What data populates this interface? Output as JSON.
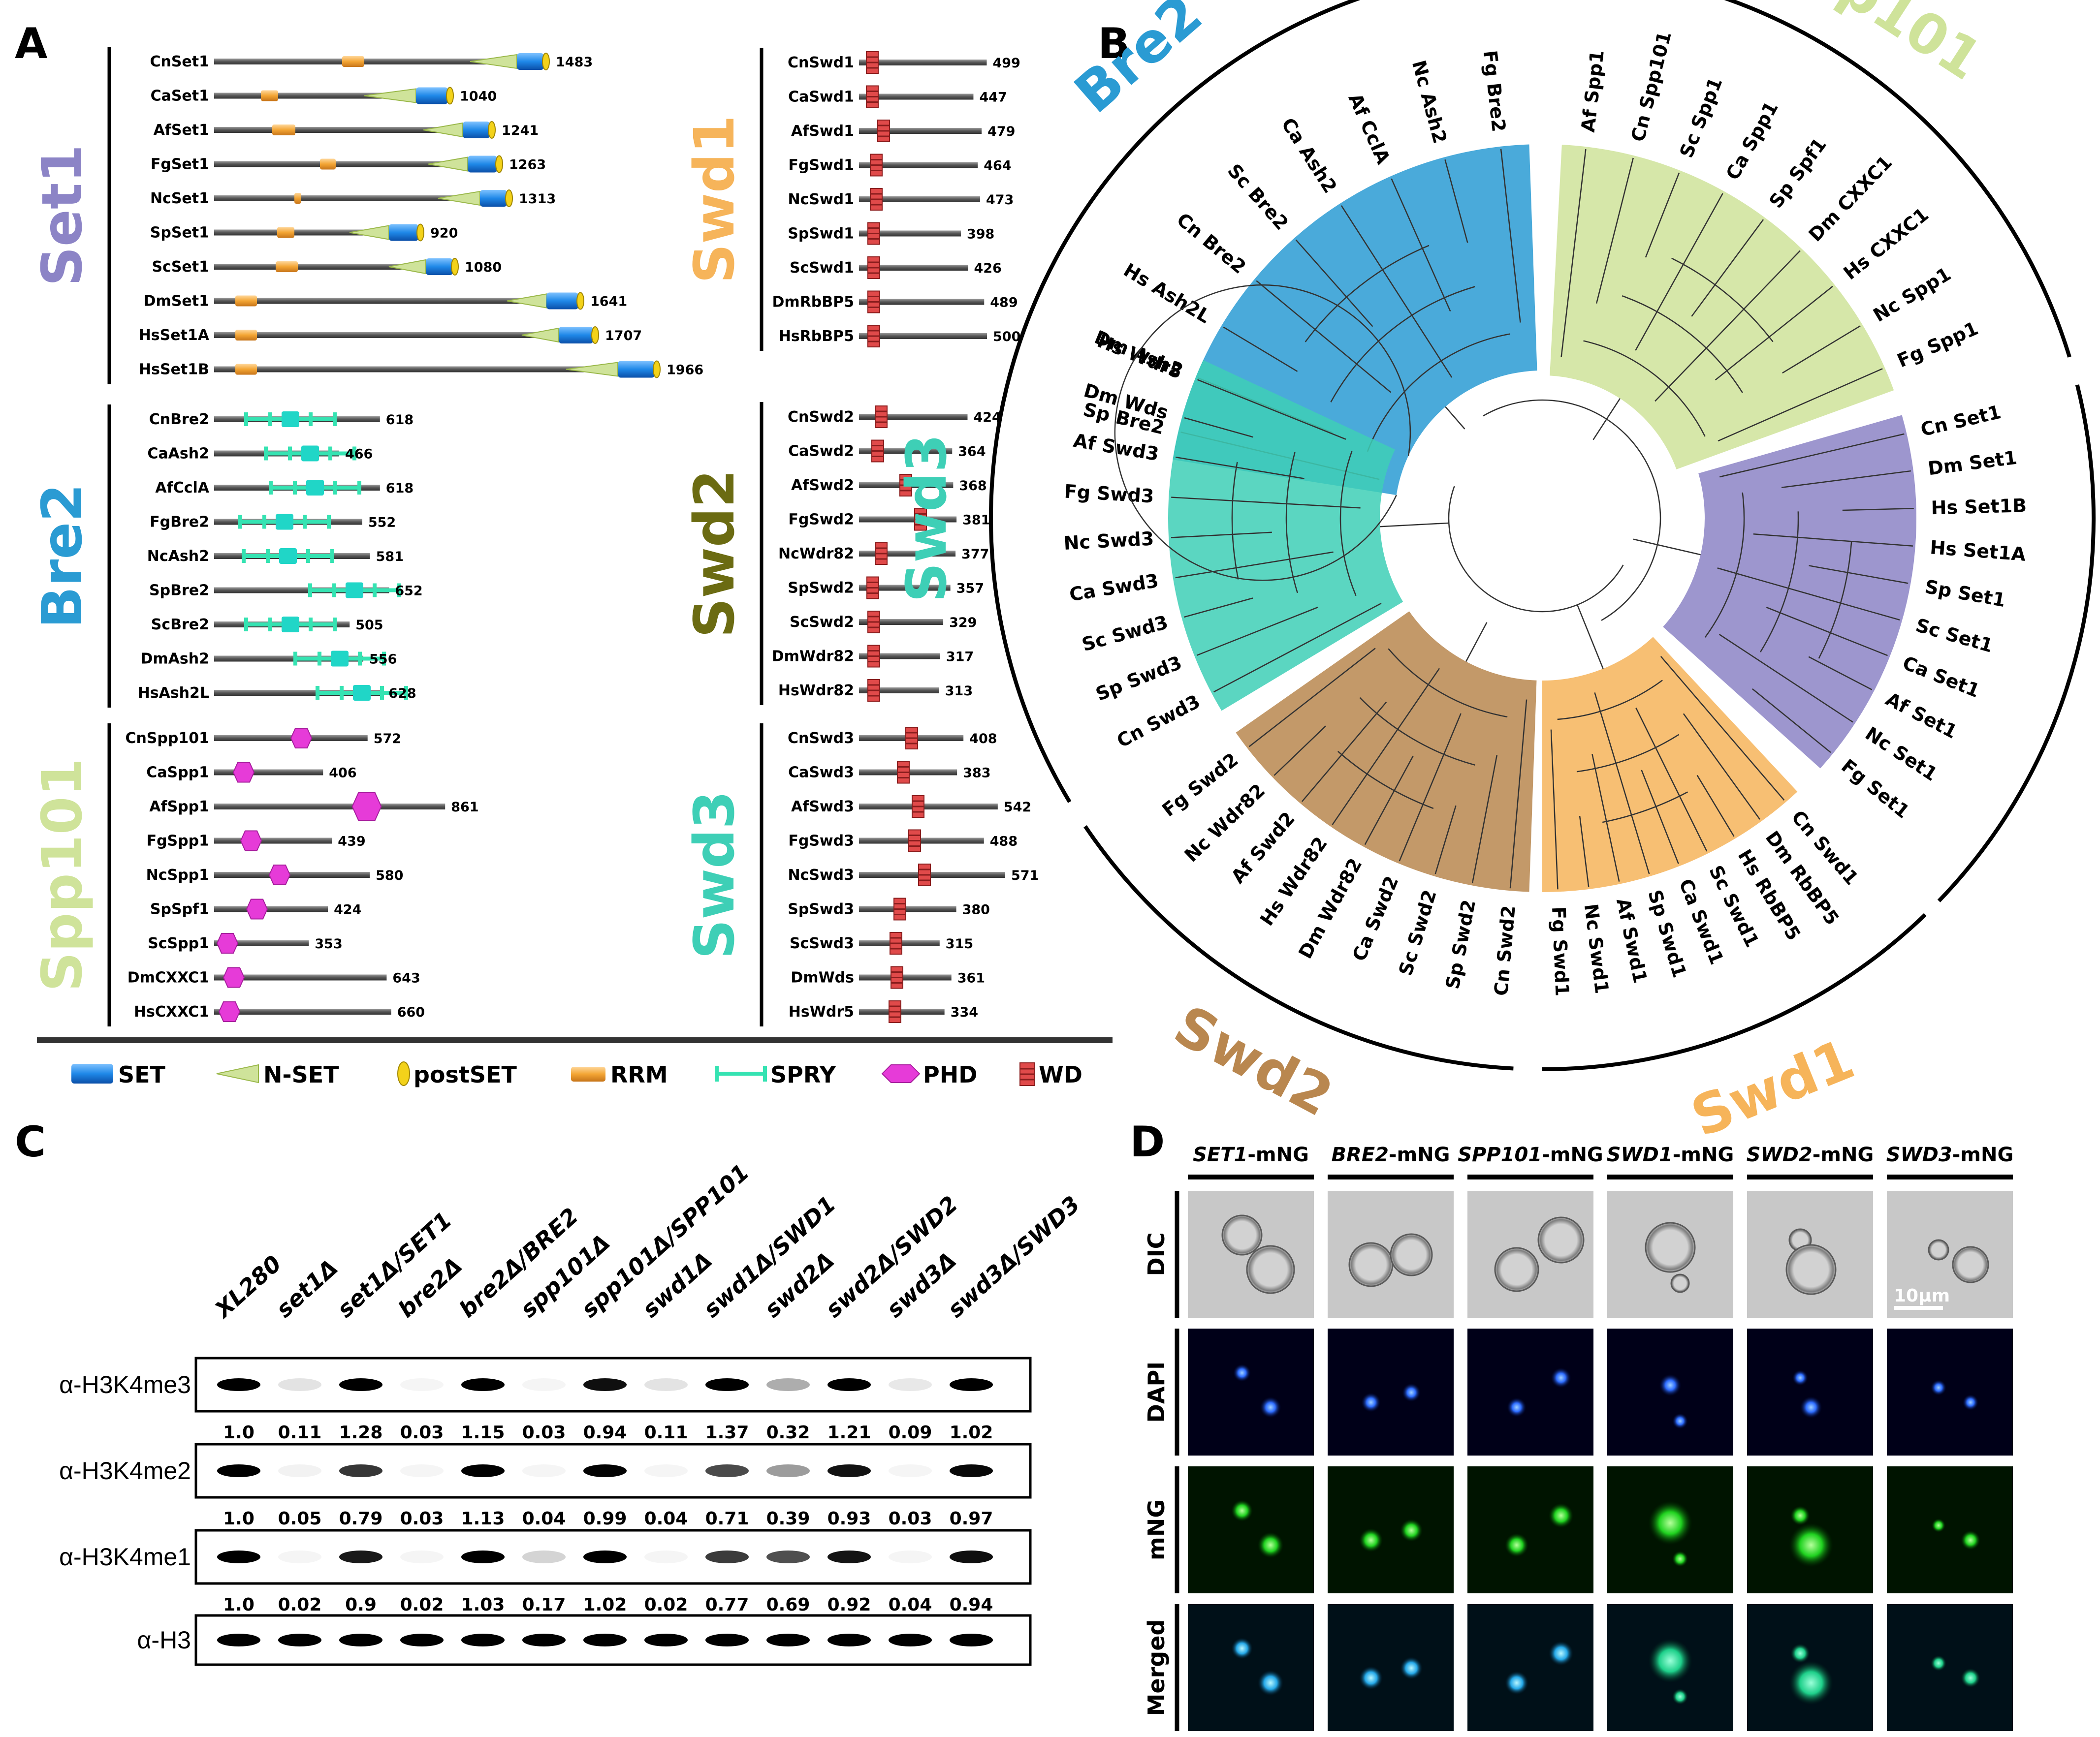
{
  "colors": {
    "set": "#1f88e8",
    "nset": "#cfe39a",
    "postset": "#f3d21a",
    "rrm": "#f3a534",
    "spry": "#35e3b2",
    "phd": "#e63bd8",
    "wd": "#e04a4a",
    "backbone": "#6e6e6e",
    "clade_bre2": "#3b9fce",
    "clade_spp101": "#cddf92",
    "clade_set1": "#9b97cf",
    "clade_swd1": "#f6c770",
    "clade_swd2": "#c6965f",
    "clade_swd3": "#55d2bf"
  },
  "panels": {
    "a": "A",
    "b": "B",
    "c": "C",
    "d": "D"
  },
  "panel_a": {
    "groups": [
      {
        "name": "Set1",
        "color": "#8c84c6",
        "items": [
          {
            "label": "CnSet1",
            "length": "1483"
          },
          {
            "label": "CaSet1",
            "length": "1040"
          },
          {
            "label": "AfSet1",
            "length": "1241"
          },
          {
            "label": "FgSet1",
            "length": "1263"
          },
          {
            "label": "NcSet1",
            "length": "1313"
          },
          {
            "label": "SpSet1",
            "length": "920"
          },
          {
            "label": "ScSet1",
            "length": "1080"
          },
          {
            "label": "DmSet1",
            "length": "1641"
          },
          {
            "label": "HsSet1A",
            "length": "1707"
          },
          {
            "label": "HsSet1B",
            "length": "1966"
          }
        ]
      },
      {
        "name": "Bre2",
        "color": "#2a9bd3",
        "items": [
          {
            "label": "CnBre2",
            "length": "618"
          },
          {
            "label": "CaAsh2",
            "length": "466"
          },
          {
            "label": "AfCclA",
            "length": "618"
          },
          {
            "label": "FgBre2",
            "length": "552"
          },
          {
            "label": "NcAsh2",
            "length": "581"
          },
          {
            "label": "SpBre2",
            "length": "652"
          },
          {
            "label": "ScBre2",
            "length": "505"
          },
          {
            "label": "DmAsh2",
            "length": "556"
          },
          {
            "label": "HsAsh2L",
            "length": "628"
          }
        ]
      },
      {
        "name": "Spp101",
        "color": "#cfe39a",
        "items": [
          {
            "label": "CnSpp101",
            "length": "572"
          },
          {
            "label": "CaSpp1",
            "length": "406"
          },
          {
            "label": "AfSpp1",
            "length": "861"
          },
          {
            "label": "FgSpp1",
            "length": "439"
          },
          {
            "label": "NcSpp1",
            "length": "580"
          },
          {
            "label": "SpSpf1",
            "length": "424"
          },
          {
            "label": "ScSpp1",
            "length": "353"
          },
          {
            "label": "DmCXXC1",
            "length": "643"
          },
          {
            "label": "HsCXXC1",
            "length": "660"
          }
        ]
      },
      {
        "name": "Swd1",
        "color": "#f6b45a",
        "items": [
          {
            "label": "CnSwd1",
            "length": "499"
          },
          {
            "label": "CaSwd1",
            "length": "447"
          },
          {
            "label": "AfSwd1",
            "length": "479"
          },
          {
            "label": "FgSwd1",
            "length": "464"
          },
          {
            "label": "NcSwd1",
            "length": "473"
          },
          {
            "label": "SpSwd1",
            "length": "398"
          },
          {
            "label": "ScSwd1",
            "length": "426"
          },
          {
            "label": "DmRbBP5",
            "length": "489"
          },
          {
            "label": "HsRbBP5",
            "length": "500"
          }
        ]
      },
      {
        "name": "Swd2",
        "color": "#6b6b12",
        "items": [
          {
            "label": "CnSwd2",
            "length": "424"
          },
          {
            "label": "CaSwd2",
            "length": "364"
          },
          {
            "label": "AfSwd2",
            "length": "368"
          },
          {
            "label": "FgSwd2",
            "length": "381"
          },
          {
            "label": "NcWdr82",
            "length": "377"
          },
          {
            "label": "SpSwd2",
            "length": "357"
          },
          {
            "label": "ScSwd2",
            "length": "329"
          },
          {
            "label": "DmWdr82",
            "length": "317"
          },
          {
            "label": "HsWdr82",
            "length": "313"
          }
        ]
      },
      {
        "name": "Swd3",
        "color": "#3ecfb6",
        "items": [
          {
            "label": "CnSwd3",
            "length": "408"
          },
          {
            "label": "CaSwd3",
            "length": "383"
          },
          {
            "label": "AfSwd3",
            "length": "542"
          },
          {
            "label": "FgSwd3",
            "length": "488"
          },
          {
            "label": "NcSwd3",
            "length": "571"
          },
          {
            "label": "SpSwd3",
            "length": "380"
          },
          {
            "label": "ScSwd3",
            "length": "315"
          },
          {
            "label": "DmWds",
            "length": "361"
          },
          {
            "label": "HsWdr5",
            "length": "334"
          }
        ]
      }
    ],
    "legend": [
      "SET",
      "N-SET",
      "postSET",
      "RRM",
      "SPRY",
      "PHD",
      "WD"
    ]
  },
  "panel_b": {
    "clades": [
      {
        "name": "Bre2",
        "color": "#2a9bd3",
        "leaves": [
          "Sp Bre2",
          "Dm Ash2",
          "Hs Ash2L",
          "Cn Bre2",
          "Sc Bre2",
          "Ca Ash2",
          "Af CclA",
          "Nc Ash2",
          "Fg Bre2"
        ]
      },
      {
        "name": "Spp101",
        "color": "#cfe39a",
        "leaves": [
          "Af Spp1",
          "Cn Spp101",
          "Sc Spp1",
          "Ca Spp1",
          "Sp Spf1",
          "Dm CXXC1",
          "Hs CXXC1",
          "Nc Spp1",
          "Fg Spp1"
        ]
      },
      {
        "name": "Set1",
        "color": "#8c84c6",
        "leaves": [
          "Cn Set1",
          "Dm Set1",
          "Hs Set1B",
          "Hs Set1A",
          "Sp Set1",
          "Sc Set1",
          "Ca Set1",
          "Af Set1",
          "Nc Set1",
          "Fg Set1"
        ]
      },
      {
        "name": "Swd1",
        "color": "#f6b45a",
        "leaves": [
          "Cn Swd1",
          "Dm RbBP5",
          "Hs RbBP5",
          "Sc Swd1",
          "Ca Swd1",
          "Sp Swd1",
          "Af Swd1",
          "Nc Swd1",
          "Fg Swd1"
        ]
      },
      {
        "name": "Swd2",
        "color": "#b9874f",
        "leaves": [
          "Cn Swd2",
          "Sp Swd2",
          "Sc Swd2",
          "Ca Swd2",
          "Dm Wdr82",
          "Hs Wdr82",
          "Af Swd2",
          "Nc Wdr82",
          "Fg Swd2"
        ]
      },
      {
        "name": "Swd3",
        "color": "#3ecfb6",
        "leaves": [
          "Cn Swd3",
          "Sp Swd3",
          "Sc Swd3",
          "Ca Swd3",
          "Nc Swd3",
          "Fg Swd3",
          "Af Swd3",
          "Dm Wds",
          "Hs Wdr5"
        ]
      }
    ]
  },
  "panel_c": {
    "strains": [
      "XL280",
      "set1Δ",
      "set1Δ/SET1",
      "bre2Δ",
      "bre2Δ/BRE2",
      "spp101Δ",
      "spp101Δ/SPP101",
      "swd1Δ",
      "swd1Δ/SWD1",
      "swd2Δ",
      "swd2Δ/SWD2",
      "swd3Δ",
      "swd3Δ/SWD3"
    ],
    "blots": [
      {
        "antibody": "α-H3K4me3",
        "values": [
          "1.0",
          "0.11",
          "1.28",
          "0.03",
          "1.15",
          "0.03",
          "0.94",
          "0.11",
          "1.37",
          "0.32",
          "1.21",
          "0.09",
          "1.02"
        ]
      },
      {
        "antibody": "α-H3K4me2",
        "values": [
          "1.0",
          "0.05",
          "0.79",
          "0.03",
          "1.13",
          "0.04",
          "0.99",
          "0.04",
          "0.71",
          "0.39",
          "0.93",
          "0.03",
          "0.97"
        ]
      },
      {
        "antibody": "α-H3K4me1",
        "values": [
          "1.0",
          "0.02",
          "0.9",
          "0.02",
          "1.03",
          "0.17",
          "1.02",
          "0.02",
          "0.77",
          "0.69",
          "0.92",
          "0.04",
          "0.94"
        ]
      },
      {
        "antibody": "α-H3",
        "values": []
      }
    ]
  },
  "panel_d": {
    "columns": [
      {
        "gene": "SET1",
        "tag": "-mNG"
      },
      {
        "gene": "BRE2",
        "tag": "-mNG"
      },
      {
        "gene": "SPP101",
        "tag": "-mNG"
      },
      {
        "gene": "SWD1",
        "tag": "-mNG"
      },
      {
        "gene": "SWD2",
        "tag": "-mNG"
      },
      {
        "gene": "SWD3",
        "tag": "-mNG"
      }
    ],
    "rows": [
      "DIC",
      "DAPI",
      "mNG",
      "Merged"
    ],
    "scale_bar": "10μm"
  }
}
